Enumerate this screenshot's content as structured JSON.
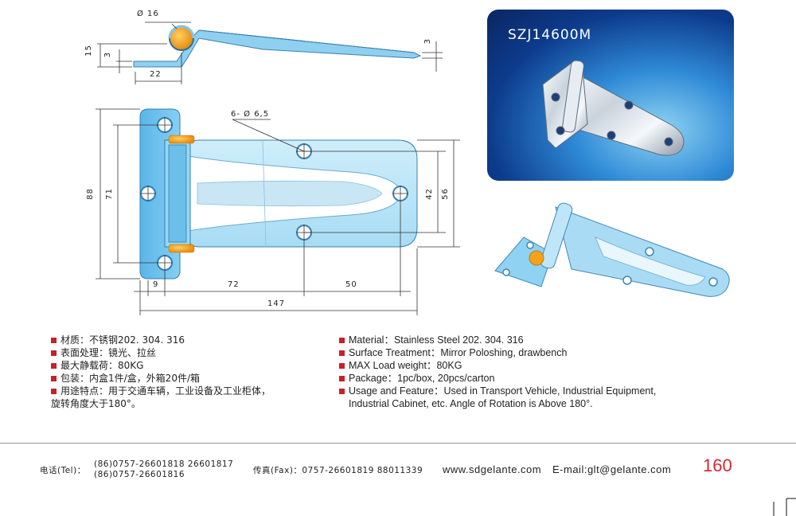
{
  "drawing": {
    "dims": {
      "d16": "Ø 16",
      "d15": "15",
      "d3_left": "3",
      "d22": "22",
      "d3_right": "3",
      "holes": "6- Ø 6,5",
      "d88": "88",
      "d71": "71",
      "d42": "42",
      "d56": "56",
      "d9": "9",
      "d72": "72",
      "d50": "50",
      "d147": "147"
    },
    "colors": {
      "part": "#7ec6ec",
      "part_light": "#b9e3f6",
      "pin": "#f2a21c",
      "line": "#333333"
    }
  },
  "photo": {
    "model": "SZJ14600M"
  },
  "specs_cn": [
    "材质：不锈钢202. 304. 316",
    "表面处理：镜光、拉丝",
    "最大静载荷：80KG",
    "包装：内盒1件/盒，外箱20件/箱"
  ],
  "specs_cn_last": {
    "line1": "用途特点：用于交通车辆，工业设备及工业柜体，",
    "line2": "旋转角度大于180°。"
  },
  "specs_en": [
    "Material：Stainless Steel 202. 304. 316",
    "Surface Treatment：Mirror Poloshing, drawbench",
    "MAX Load weight：80KG",
    "Package：1pc/box,  20pcs/carton"
  ],
  "specs_en_last": {
    "line1": "Usage and Feature：Used in Transport Vehicle, Industrial Equipment,",
    "line2": "Industrial Cabinet, etc. Angle of Rotation is Above 180°."
  },
  "footer": {
    "tel_label": "电话(Tel)：",
    "tel_line1": "(86)0757-26601818  26601817",
    "tel_line2": "(86)0757-26601816",
    "fax": "传真(Fax)：0757-26601819 88011339",
    "web": "www.sdgelante.com",
    "email": "E-mail:glt@gelante.com",
    "page": "160"
  }
}
